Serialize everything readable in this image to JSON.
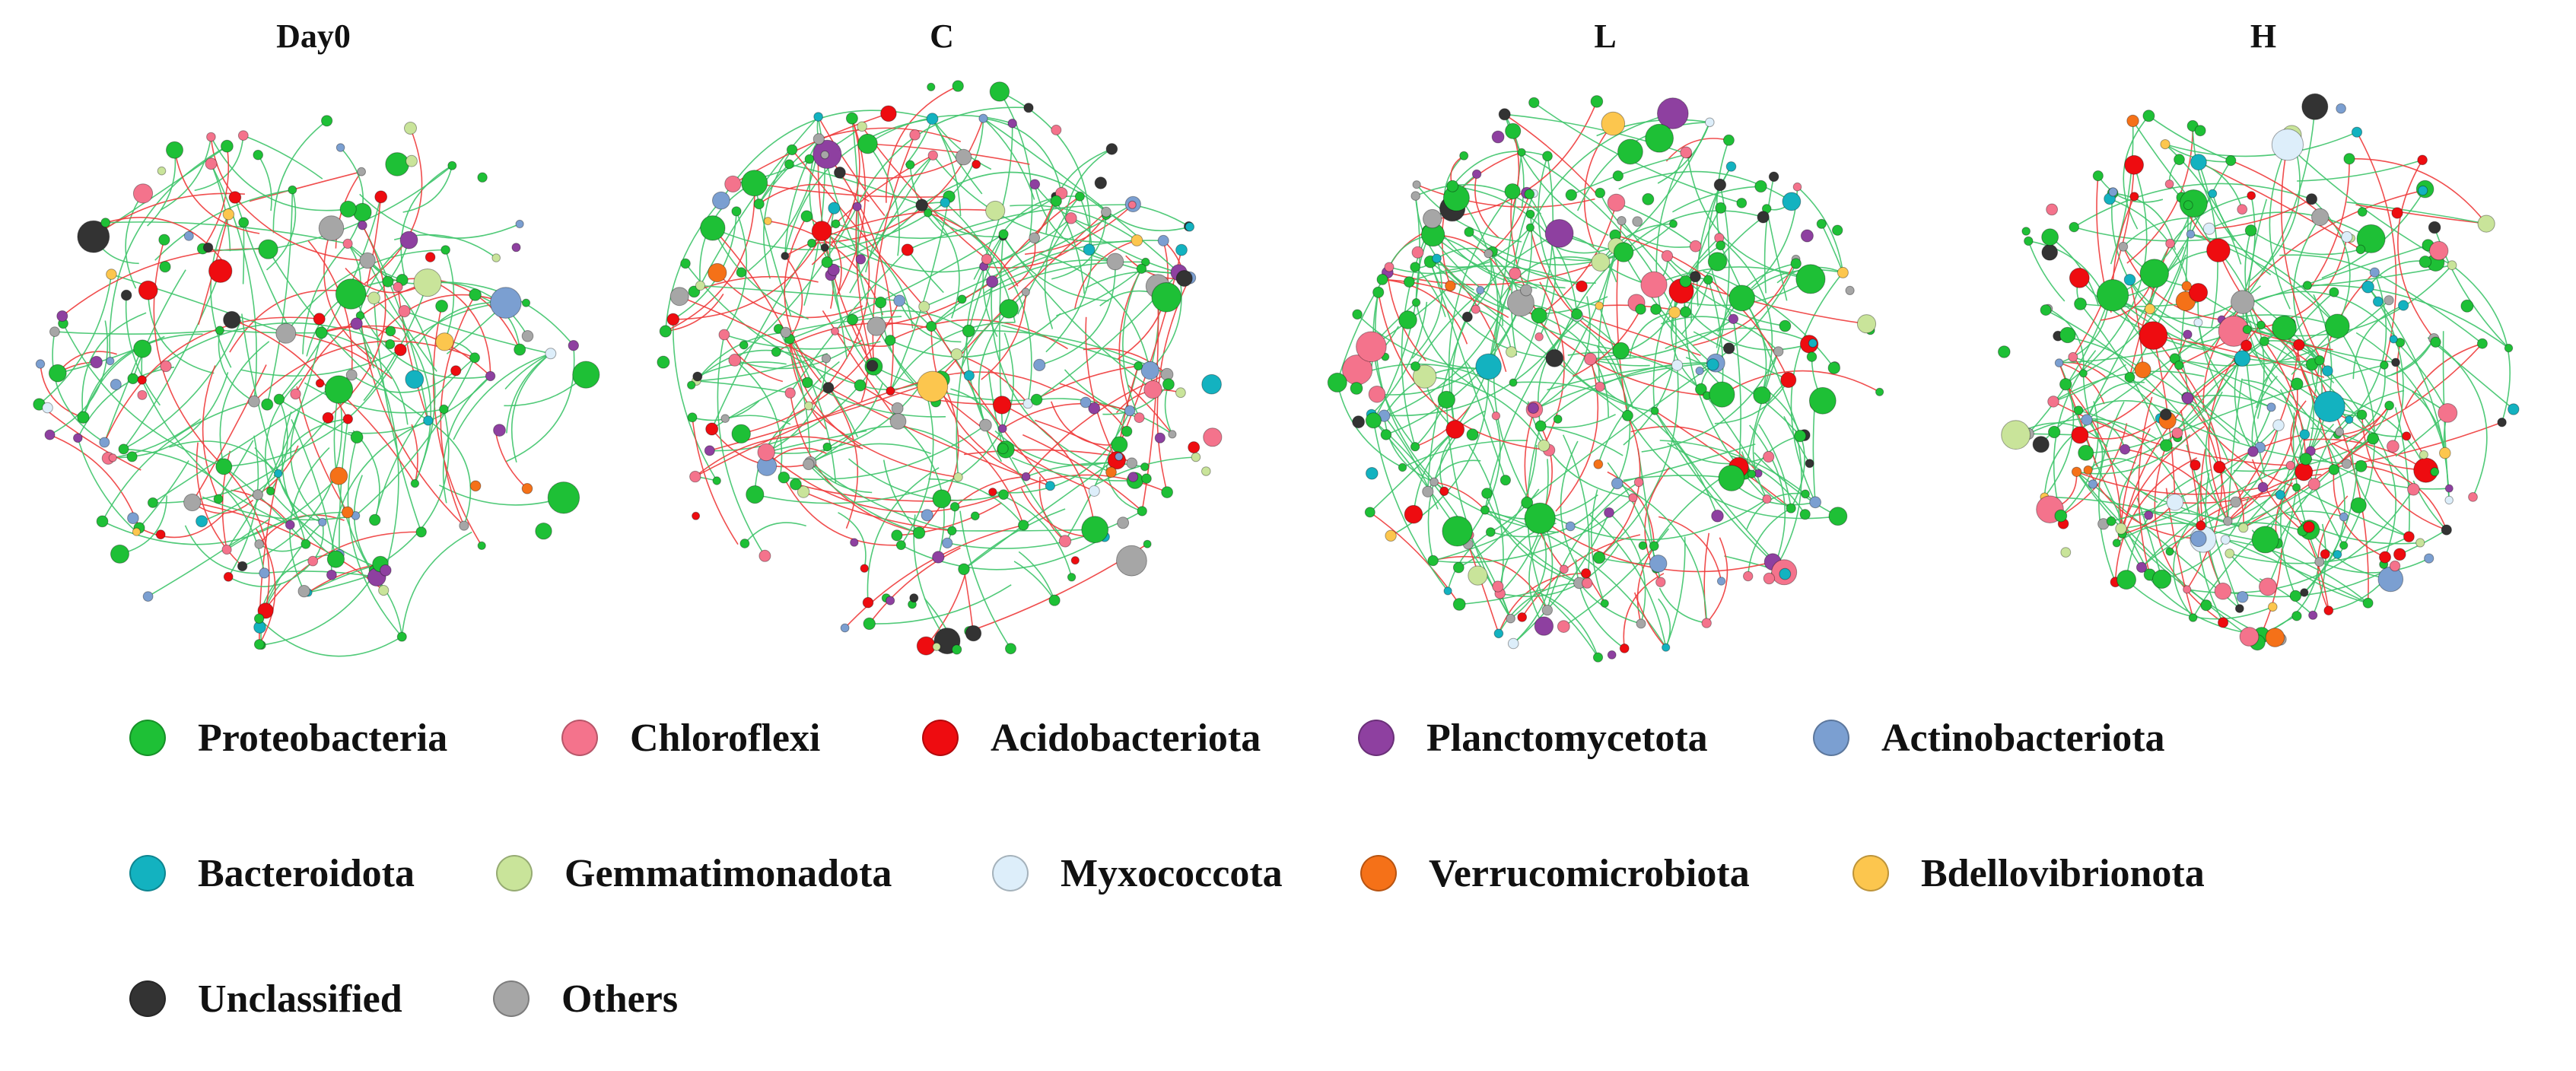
{
  "panels": [
    {
      "title": "Day0",
      "seed": 11,
      "nodes": 165,
      "red_ratio": 0.28
    },
    {
      "title": "C",
      "seed": 23,
      "nodes": 230,
      "red_ratio": 0.34
    },
    {
      "title": "L",
      "seed": 37,
      "nodes": 240,
      "red_ratio": 0.16
    },
    {
      "title": "H",
      "seed": 53,
      "nodes": 245,
      "red_ratio": 0.3
    }
  ],
  "legend": {
    "items": [
      {
        "label": "Proteobacteria",
        "color": "#1ec036"
      },
      {
        "label": "Chloroflexi",
        "color": "#f4738c"
      },
      {
        "label": "Acidobacteriota",
        "color": "#ee0c10"
      },
      {
        "label": "Planctomycetota",
        "color": "#8e40a0"
      },
      {
        "label": "Actinobacteriota",
        "color": "#7b9fd1"
      },
      {
        "label": "Bacteroidota",
        "color": "#13b2c0"
      },
      {
        "label": "Gemmatimonadota",
        "color": "#c9e49a"
      },
      {
        "label": "Myxococcota",
        "color": "#ddeefa"
      },
      {
        "label": "Verrucomicrobiota",
        "color": "#f57118"
      },
      {
        "label": "Bdellovibrionota",
        "color": "#fcc64e"
      },
      {
        "label": "Unclassified",
        "color": "#333333"
      },
      {
        "label": "Others",
        "color": "#a6a6a6"
      }
    ]
  },
  "edge_colors": {
    "positive": "#3ec46a",
    "negative": "#ee3b3b"
  }
}
